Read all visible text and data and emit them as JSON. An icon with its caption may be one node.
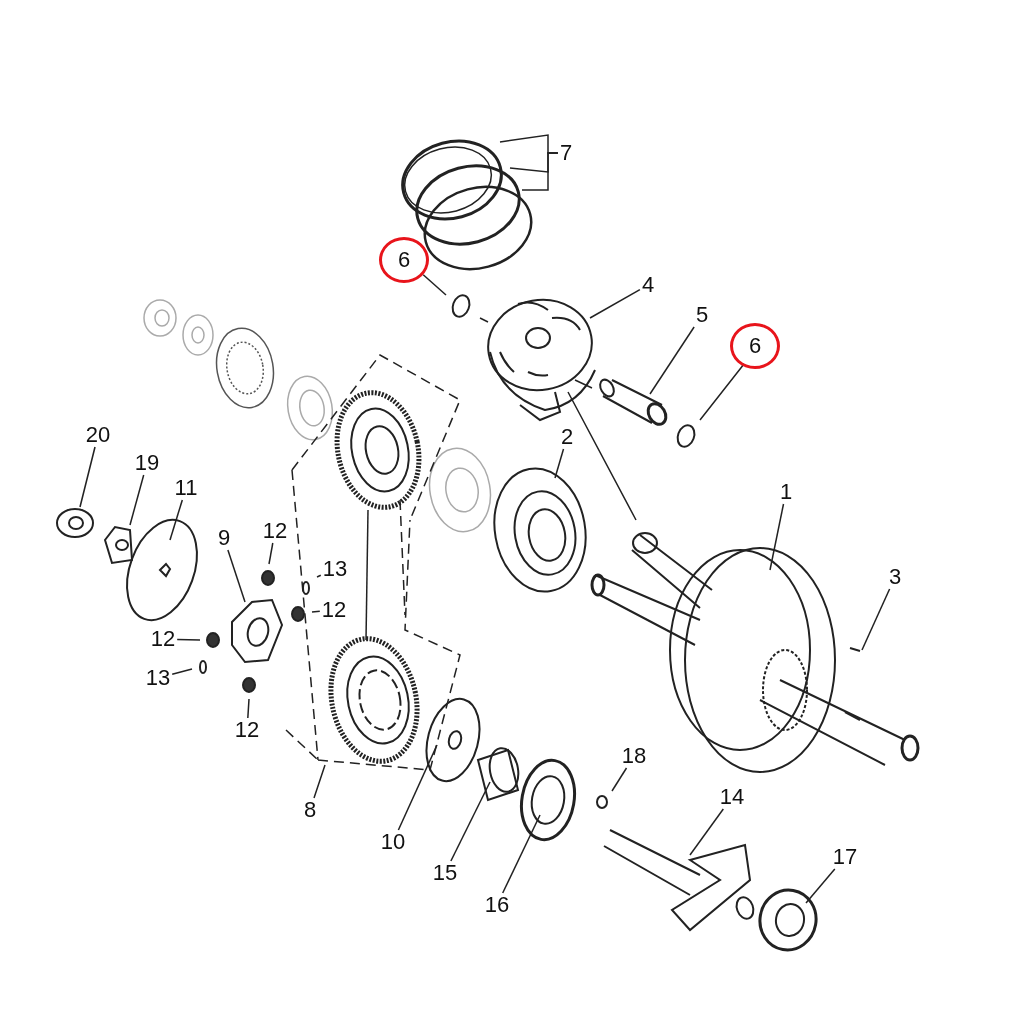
{
  "diagram": {
    "nodes": [
      {
        "text": [
          "7"
        ]
      },
      {
        "text": [
          "6"
        ]
      },
      {
        "text": [
          "4"
        ]
      },
      {
        "text": [
          "5"
        ]
      },
      {
        "text": [
          "6"
        ]
      },
      {
        "text": [
          "20"
        ]
      },
      {
        "text": [
          "2"
        ]
      },
      {
        "text": [
          "19"
        ]
      },
      {
        "text": [
          "11"
        ]
      },
      {
        "text": [
          "1"
        ]
      },
      {
        "text": [
          "9"
        ]
      },
      {
        "text": [
          "12"
        ]
      },
      {
        "text": [
          "13"
        ]
      },
      {
        "text": [
          "3"
        ]
      },
      {
        "text": [
          "12"
        ]
      },
      {
        "text": [
          "12"
        ]
      },
      {
        "text": [
          "13"
        ]
      },
      {
        "text": [
          "12"
        ]
      },
      {
        "text": [
          "18"
        ]
      },
      {
        "text": [
          "14"
        ]
      },
      {
        "text": [
          "8"
        ]
      },
      {
        "text": [
          "10"
        ]
      },
      {
        "text": [
          "17"
        ]
      },
      {
        "text": [
          "15"
        ]
      },
      {
        "text": [
          "16"
        ]
      }
    ],
    "edges": [
      {
        "from": 0,
        "to": null,
        "arrow": "none"
      },
      {
        "from": 0,
        "to": null,
        "arrow": "none"
      },
      {
        "from": 0,
        "to": null,
        "arrow": "none"
      },
      {
        "from": 1,
        "to": null,
        "arrow": "none"
      },
      {
        "from": 2,
        "to": null,
        "arrow": "none"
      },
      {
        "from": 3,
        "to": null,
        "arrow": "none"
      },
      {
        "from": 4,
        "to": null,
        "arrow": "none"
      },
      {
        "from": 5,
        "to": null,
        "arrow": "none"
      },
      {
        "from": 6,
        "to": null,
        "arrow": "none"
      },
      {
        "from": 7,
        "to": null,
        "arrow": "none"
      },
      {
        "from": 8,
        "to": null,
        "arrow": "none"
      },
      {
        "from": 9,
        "to": null,
        "arrow": "none"
      },
      {
        "from": 10,
        "to": null,
        "arrow": "none"
      },
      {
        "from": 11,
        "to": null,
        "arrow": "none"
      },
      {
        "from": 12,
        "to": null,
        "arrow": "none"
      },
      {
        "from": 13,
        "to": null,
        "arrow": "none"
      },
      {
        "from": 14,
        "to": null,
        "arrow": "none"
      },
      {
        "from": 15,
        "to": null,
        "arrow": "none"
      },
      {
        "from": 16,
        "to": null,
        "arrow": "none"
      },
      {
        "from": 17,
        "to": null,
        "arrow": "none"
      },
      {
        "from": 18,
        "to": null,
        "arrow": "none"
      },
      {
        "from": 19,
        "to": null,
        "arrow": "none"
      },
      {
        "from": 20,
        "to": null,
        "arrow": "none"
      },
      {
        "from": 21,
        "to": null,
        "arrow": "none"
      },
      {
        "from": 22,
        "to": null,
        "arrow": "none"
      },
      {
        "from": 23,
        "to": null,
        "arrow": "none"
      },
      {
        "from": 24,
        "to": null,
        "arrow": "none"
      }
    ]
  }
}
